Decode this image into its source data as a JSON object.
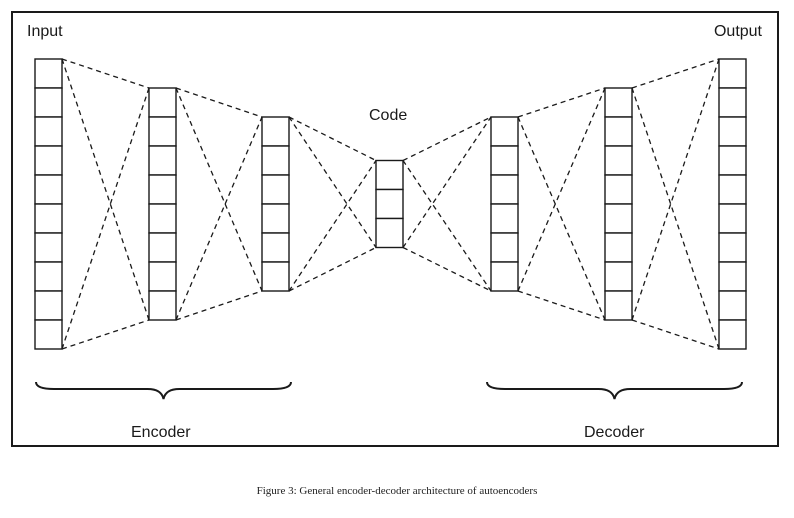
{
  "labels": {
    "input": "Input",
    "output": "Output",
    "code": "Code",
    "encoder": "Encoder",
    "decoder": "Decoder"
  },
  "caption": "Figure 3: General encoder-decoder architecture of autoencoders",
  "network": {
    "layer_sizes": [
      10,
      8,
      6,
      3,
      6,
      8,
      10
    ],
    "connections": "dashed"
  },
  "colors": {
    "stroke": "#1a1a1a",
    "background": "#ffffff"
  }
}
